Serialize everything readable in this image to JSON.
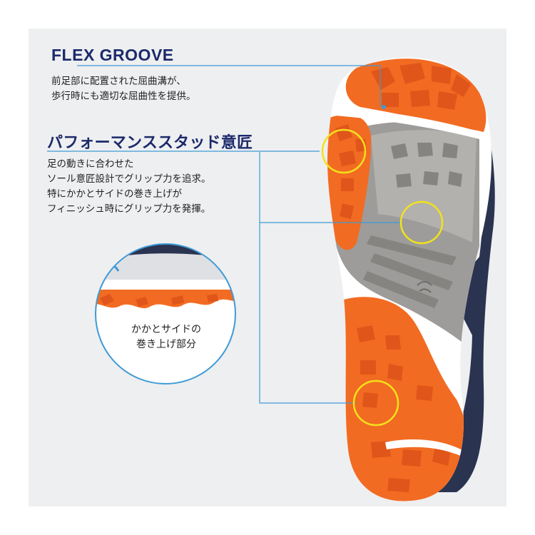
{
  "sections": [
    {
      "title": "FLEX GROOVE",
      "lines": [
        "前足部に配置された屈曲溝が、",
        "歩行時にも適切な屈曲性を提供。"
      ]
    },
    {
      "title": "パフォーマンススタッド意匠",
      "lines": [
        "足の動きに合わせた",
        "ソール意匠設計でグリップ力を追求。",
        "特にかかとサイドの巻き上げが",
        "フィニッシュ時にグリップ力を発揮。"
      ]
    }
  ],
  "callout": {
    "lines": [
      "かかとサイドの",
      "巻き上げ部分"
    ]
  },
  "colors": {
    "navy": "#1c2a6b",
    "orange": "#f26b22",
    "highlight_ring": "#f2e21b",
    "pointer_line": "#3f9ad6",
    "gray_rubber": "#9d9c9a"
  }
}
